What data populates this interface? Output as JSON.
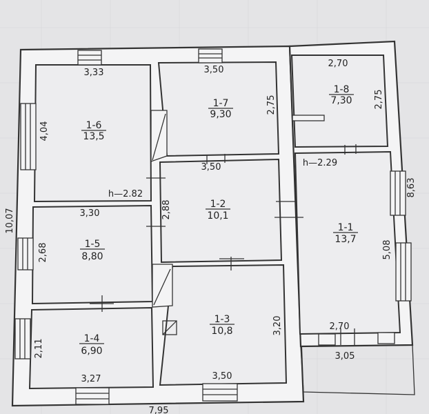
{
  "rooms": [
    {
      "id": "1-6",
      "area": "13,5"
    },
    {
      "id": "1-7",
      "area": "9,30"
    },
    {
      "id": "1-8",
      "area": "7,30"
    },
    {
      "id": "1-2",
      "area": "10,1"
    },
    {
      "id": "1-1",
      "area": "13,7"
    },
    {
      "id": "1-5",
      "area": "8,80"
    },
    {
      "id": "1-4",
      "area": "6,90"
    },
    {
      "id": "1-3",
      "area": "10,8"
    }
  ],
  "dimensions": {
    "r16_width": "3,33",
    "r16_height": "4,04",
    "r17_width": "3,50",
    "r17_height": "2,75",
    "r18_width": "2,70",
    "r18_height": "2,75",
    "r12_width": "3,50",
    "r12_height": "2,88",
    "r15_width": "3,30",
    "r15_height": "2,68",
    "r14_width": "3,27",
    "r14_height": "2,11",
    "r13_width": "3,50",
    "r13_height": "3,20",
    "r11_width": "2,70",
    "r11_height": "5,08",
    "porch_width": "3,05",
    "total_height": "10,07",
    "total_width": "7,95",
    "right_height": "8,63"
  },
  "heights": {
    "main": "h—2.82",
    "annex": "h—2.29"
  }
}
